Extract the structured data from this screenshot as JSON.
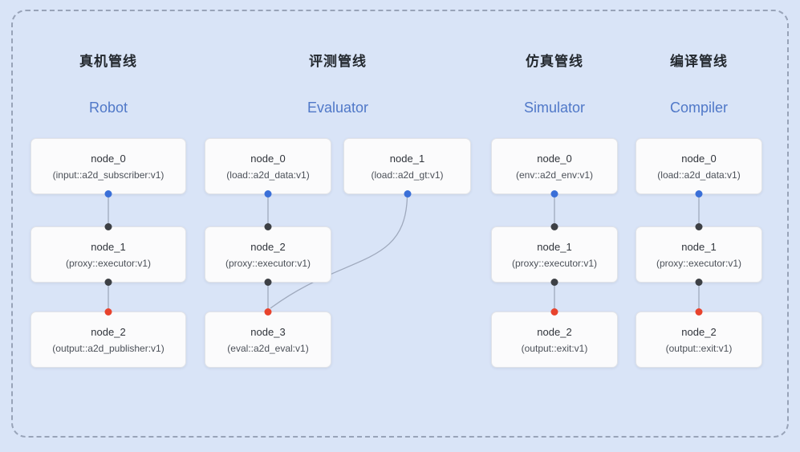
{
  "canvas": {
    "background": "#d9e4f7",
    "frame_border_color": "#98a3b8"
  },
  "colors": {
    "port_source": "#3a6fd8",
    "port_mid": "#3d4045",
    "port_sink": "#e8432d",
    "link": "#9fa9bd",
    "subtitle_blue": "#5078c8"
  },
  "pipelines": [
    {
      "title_zh": "真机管线",
      "title_en": "Robot",
      "nodes": [
        {
          "name": "node_0",
          "type": "(input::a2d_subscriber:v1)"
        },
        {
          "name": "node_1",
          "type": "(proxy::executor:v1)"
        },
        {
          "name": "node_2",
          "type": "(output::a2d_publisher:v1)"
        }
      ]
    },
    {
      "title_zh": "评测管线",
      "title_en": "Evaluator",
      "nodes": [
        {
          "name": "node_0",
          "type": "(load::a2d_data:v1)"
        },
        {
          "name": "node_1",
          "type": "(load::a2d_gt:v1)"
        },
        {
          "name": "node_2",
          "type": "(proxy::executor:v1)"
        },
        {
          "name": "node_3",
          "type": "(eval::a2d_eval:v1)"
        }
      ]
    },
    {
      "title_zh": "仿真管线",
      "title_en": "Simulator",
      "nodes": [
        {
          "name": "node_0",
          "type": "(env::a2d_env:v1)"
        },
        {
          "name": "node_1",
          "type": "(proxy::executor:v1)"
        },
        {
          "name": "node_2",
          "type": "(output::exit:v1)"
        }
      ]
    },
    {
      "title_zh": "编译管线",
      "title_en": "Compiler",
      "nodes": [
        {
          "name": "node_0",
          "type": "(load::a2d_data:v1)"
        },
        {
          "name": "node_1",
          "type": "(proxy::executor:v1)"
        },
        {
          "name": "node_2",
          "type": "(output::exit:v1)"
        }
      ]
    }
  ]
}
